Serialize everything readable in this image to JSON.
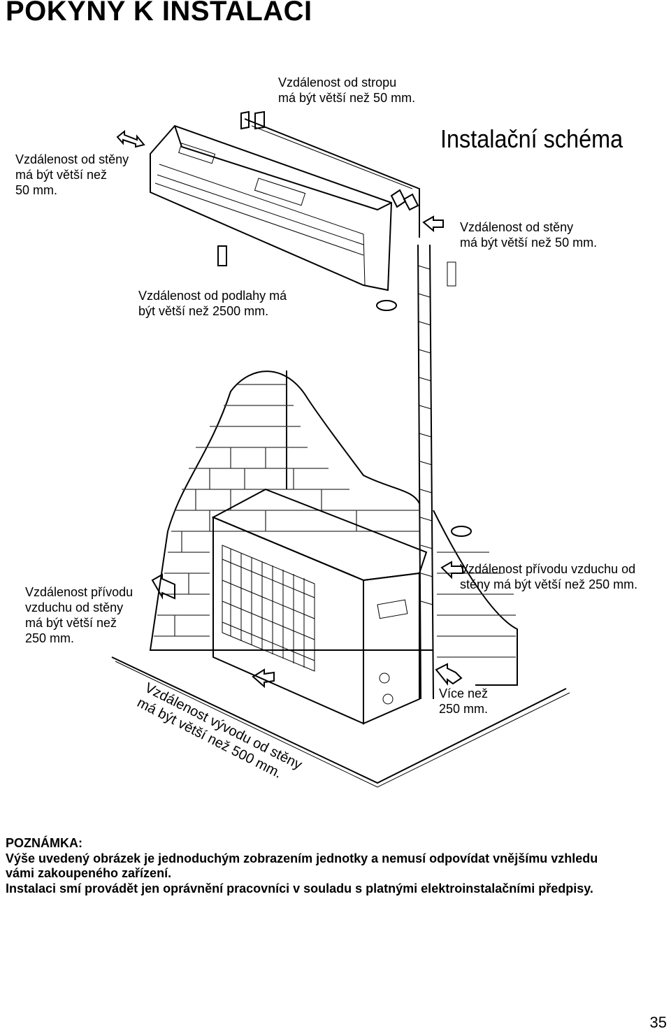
{
  "page": {
    "heading": "POKYNY K INSTALACI",
    "scheme_title": "Instalační schéma",
    "page_number": "35"
  },
  "labels": {
    "ceiling": "Vzdálenost od stropu\nmá být větší než 50 mm.",
    "wall_left": "Vzdálenost od stěny\nmá být větší než\n50 mm.",
    "wall_right": "Vzdálenost od stěny\nmá být větší než 50 mm.",
    "floor": "Vzdálenost od podlahy má\nbýt větší než 2500 mm.",
    "inlet_left": "Vzdálenost přívodu\nvzduchu od stěny\nmá být větší než\n250 mm.",
    "inlet_right": "Vzdálenost přívodu vzduchu od\nstěny má být větší než 250 mm.",
    "more_than": "Více než\n250 mm.",
    "outlet": "Vzdálenost vývodu od stěny\nmá být větší než 500 mm."
  },
  "note": {
    "title": "POZNÁMKA:",
    "line1": "Výše uvedený obrázek je jednoduchým zobrazením jednotky a nemusí odpovídat vnějšímu vzhledu",
    "line2": "vámi zakoupeného zařízení.",
    "line3": "Instalaci smí provádět jen oprávnění pracovníci v souladu s platnými elektroinstalačními předpisy."
  },
  "icons": [
    "arrow-icon",
    "brick-wall",
    "indoor-unit",
    "outdoor-unit",
    "pipe"
  ]
}
